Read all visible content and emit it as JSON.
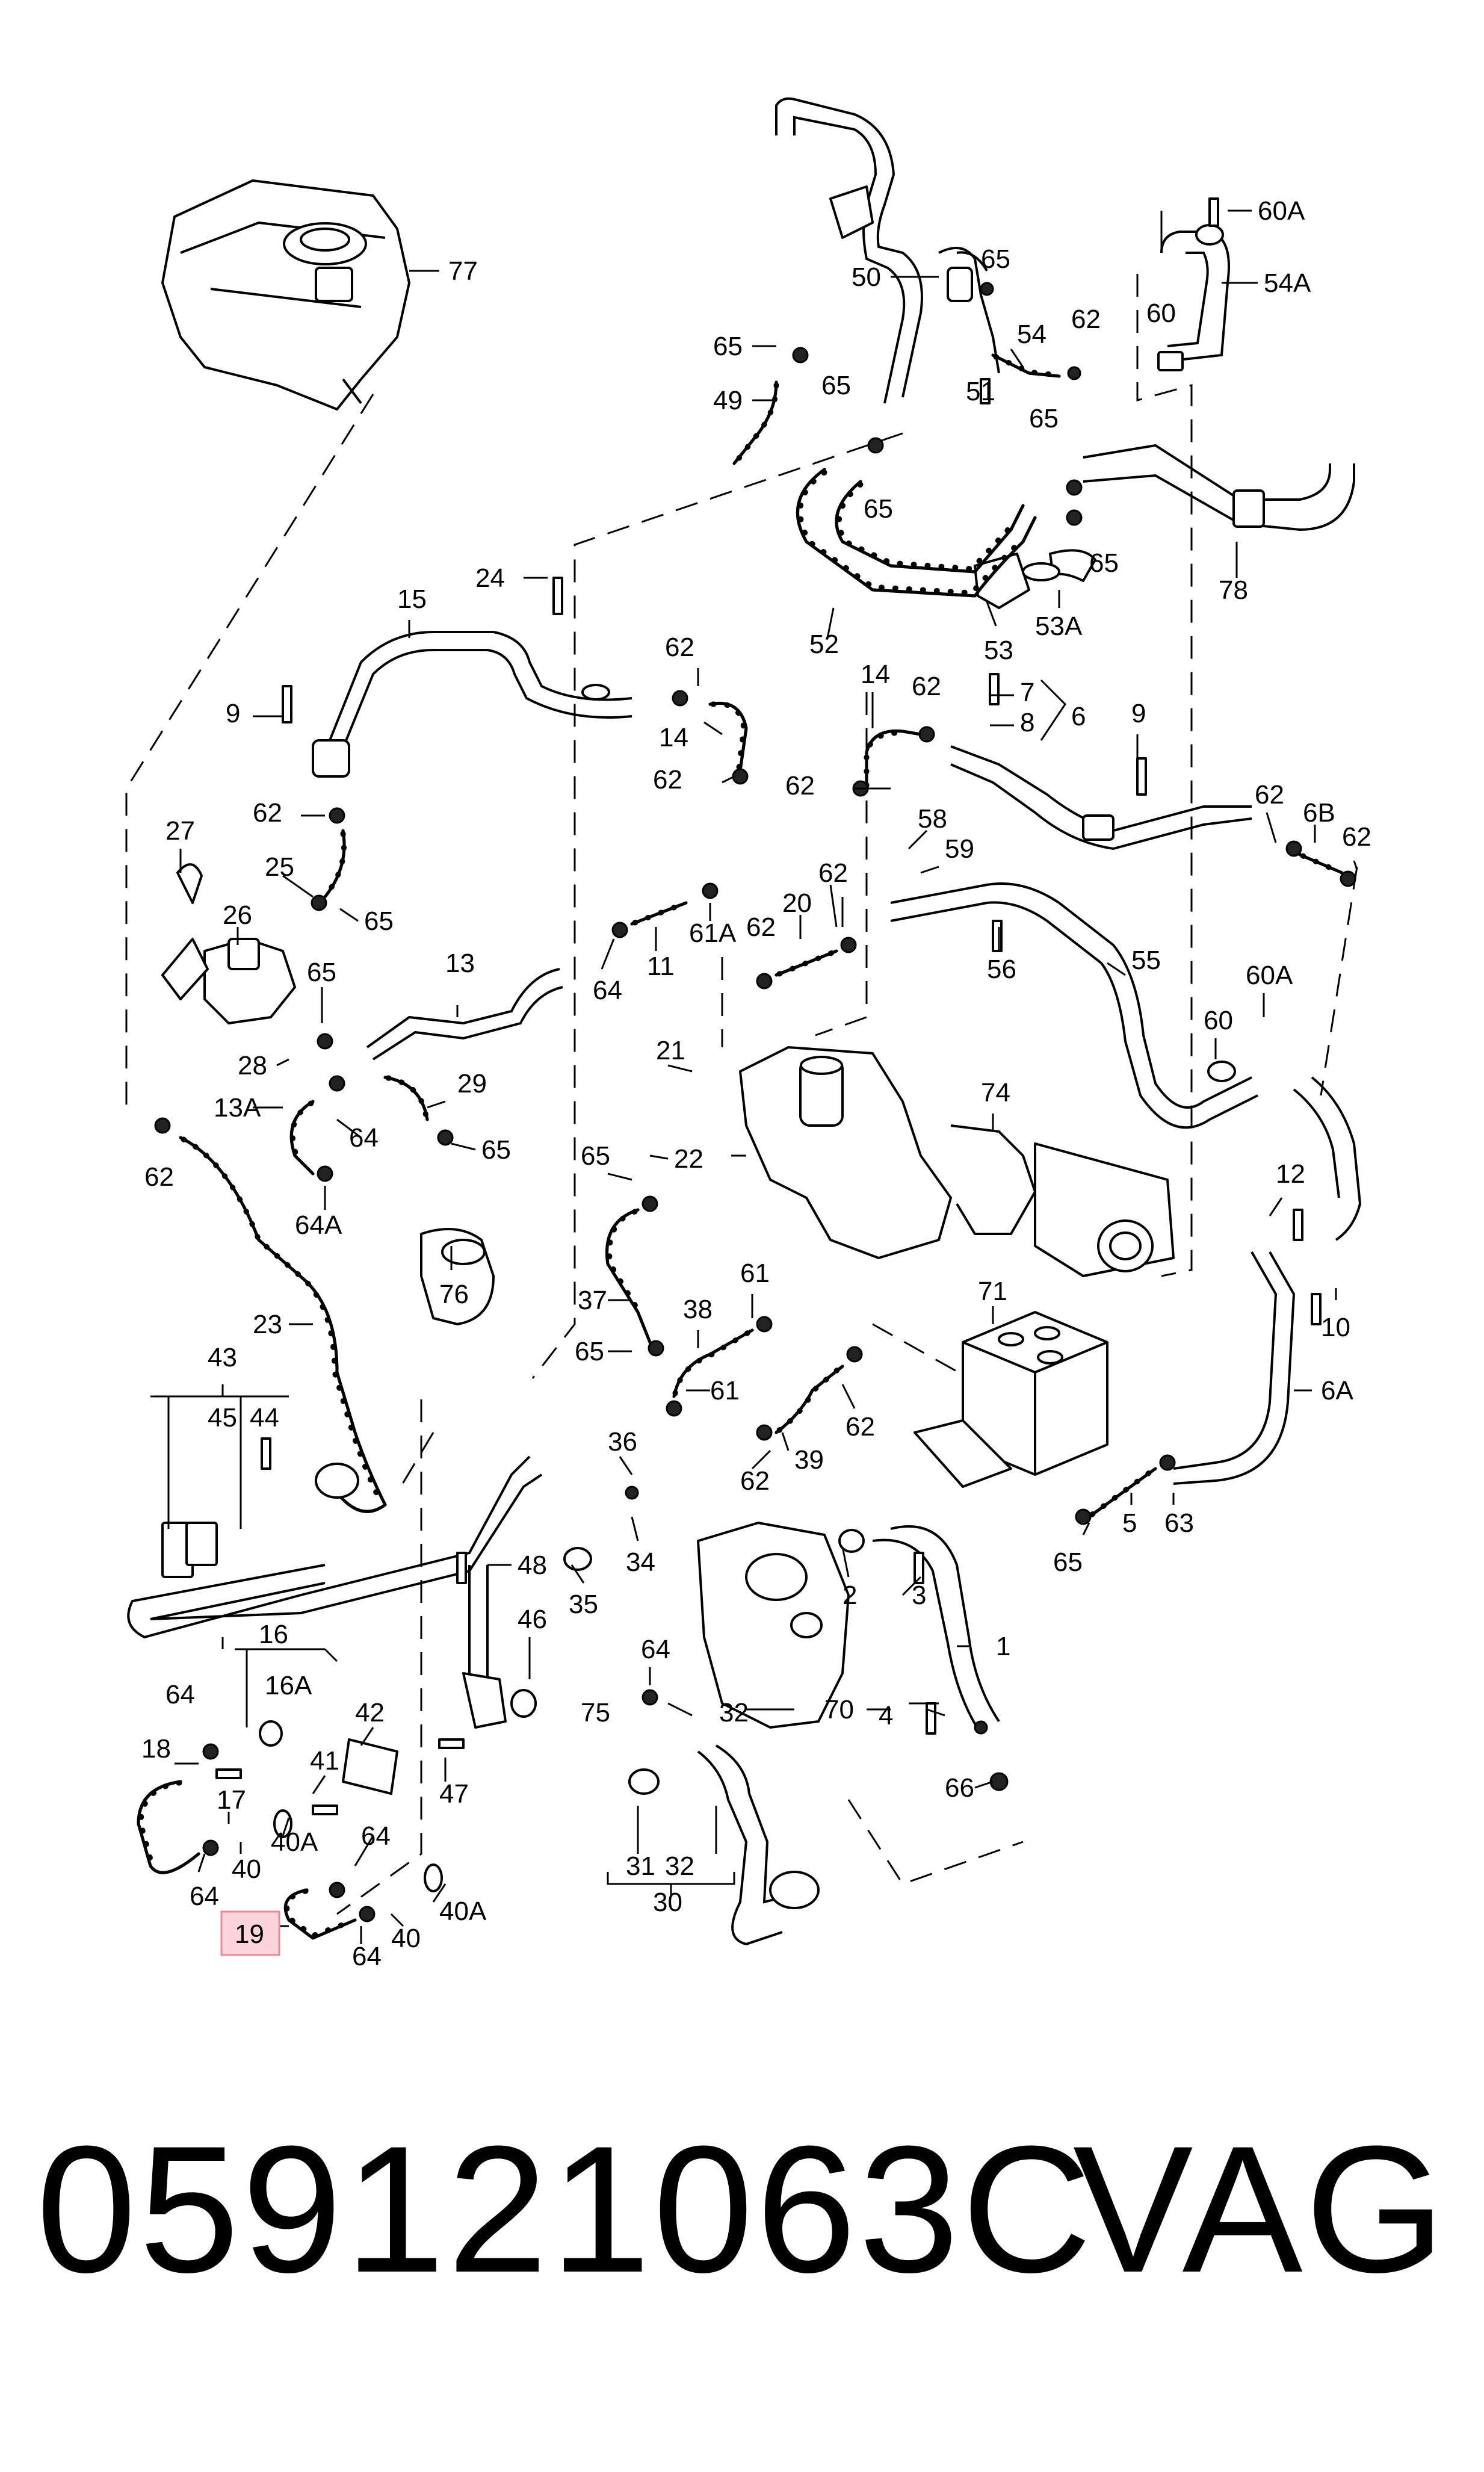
{
  "diagram": {
    "callouts": [
      {
        "id": "c-77",
        "text": "77"
      },
      {
        "id": "c-60A-top",
        "text": "60A"
      },
      {
        "id": "c-54A",
        "text": "54A"
      },
      {
        "id": "c-65-a",
        "text": "65"
      },
      {
        "id": "c-50",
        "text": "50"
      },
      {
        "id": "c-60-top",
        "text": "60"
      },
      {
        "id": "c-54",
        "text": "54"
      },
      {
        "id": "c-62-a",
        "text": "62"
      },
      {
        "id": "c-65-b",
        "text": "65"
      },
      {
        "id": "c-49",
        "text": "49"
      },
      {
        "id": "c-65-c",
        "text": "65"
      },
      {
        "id": "c-51",
        "text": "51"
      },
      {
        "id": "c-65-d",
        "text": "65"
      },
      {
        "id": "c-65-e",
        "text": "65"
      },
      {
        "id": "c-65-f",
        "text": "65"
      },
      {
        "id": "c-78",
        "text": "78"
      },
      {
        "id": "c-24",
        "text": "24"
      },
      {
        "id": "c-15",
        "text": "15"
      },
      {
        "id": "c-52",
        "text": "52"
      },
      {
        "id": "c-53",
        "text": "53"
      },
      {
        "id": "c-53A",
        "text": "53A"
      },
      {
        "id": "c-62-b",
        "text": "62"
      },
      {
        "id": "c-14-a",
        "text": "14"
      },
      {
        "id": "c-62-c",
        "text": "62"
      },
      {
        "id": "c-7",
        "text": "7"
      },
      {
        "id": "c-14-b",
        "text": "14"
      },
      {
        "id": "c-62-d",
        "text": "62"
      },
      {
        "id": "c-8",
        "text": "8"
      },
      {
        "id": "c-6",
        "text": "6"
      },
      {
        "id": "c-9-a",
        "text": "9"
      },
      {
        "id": "c-9-b",
        "text": "9"
      },
      {
        "id": "c-62-e",
        "text": "62"
      },
      {
        "id": "c-62-f",
        "text": "62"
      },
      {
        "id": "c-6B",
        "text": "6B"
      },
      {
        "id": "c-62-g",
        "text": "62"
      },
      {
        "id": "c-62-h",
        "text": "62"
      },
      {
        "id": "c-27",
        "text": "27"
      },
      {
        "id": "c-58",
        "text": "58"
      },
      {
        "id": "c-59",
        "text": "59"
      },
      {
        "id": "c-25",
        "text": "25"
      },
      {
        "id": "c-26",
        "text": "26"
      },
      {
        "id": "c-65-g",
        "text": "65"
      },
      {
        "id": "c-62-i",
        "text": "62"
      },
      {
        "id": "c-20",
        "text": "20"
      },
      {
        "id": "c-11",
        "text": "11"
      },
      {
        "id": "c-61A",
        "text": "61A"
      },
      {
        "id": "c-62-j",
        "text": "62"
      },
      {
        "id": "c-55",
        "text": "55"
      },
      {
        "id": "c-56",
        "text": "56"
      },
      {
        "id": "c-13",
        "text": "13"
      },
      {
        "id": "c-64-a",
        "text": "64"
      },
      {
        "id": "c-60A-mid",
        "text": "60A"
      },
      {
        "id": "c-65-h",
        "text": "65"
      },
      {
        "id": "c-60-mid",
        "text": "60"
      },
      {
        "id": "c-28",
        "text": "28"
      },
      {
        "id": "c-21",
        "text": "21"
      },
      {
        "id": "c-74",
        "text": "74"
      },
      {
        "id": "c-29",
        "text": "29"
      },
      {
        "id": "c-13A",
        "text": "13A"
      },
      {
        "id": "c-64-b",
        "text": "64"
      },
      {
        "id": "c-65-i",
        "text": "65"
      },
      {
        "id": "c-22",
        "text": "22"
      },
      {
        "id": "c-65-j",
        "text": "65"
      },
      {
        "id": "c-62-k",
        "text": "62"
      },
      {
        "id": "c-12",
        "text": "12"
      },
      {
        "id": "c-64A",
        "text": "64A"
      },
      {
        "id": "c-76",
        "text": "76"
      },
      {
        "id": "c-61-a",
        "text": "61"
      },
      {
        "id": "c-10",
        "text": "10"
      },
      {
        "id": "c-23",
        "text": "23"
      },
      {
        "id": "c-37",
        "text": "37"
      },
      {
        "id": "c-38",
        "text": "38"
      },
      {
        "id": "c-71",
        "text": "71"
      },
      {
        "id": "c-65-k",
        "text": "65"
      },
      {
        "id": "c-43",
        "text": "43"
      },
      {
        "id": "c-61-b",
        "text": "61"
      },
      {
        "id": "c-6A",
        "text": "6A"
      },
      {
        "id": "c-45",
        "text": "45"
      },
      {
        "id": "c-44",
        "text": "44"
      },
      {
        "id": "c-62-l",
        "text": "62"
      },
      {
        "id": "c-39",
        "text": "39"
      },
      {
        "id": "c-36",
        "text": "36"
      },
      {
        "id": "c-62-m",
        "text": "62"
      },
      {
        "id": "c-5",
        "text": "5"
      },
      {
        "id": "c-63",
        "text": "63"
      },
      {
        "id": "c-48",
        "text": "48"
      },
      {
        "id": "c-34",
        "text": "34"
      },
      {
        "id": "c-35",
        "text": "35"
      },
      {
        "id": "c-2",
        "text": "2"
      },
      {
        "id": "c-3",
        "text": "3"
      },
      {
        "id": "c-65-l",
        "text": "65"
      },
      {
        "id": "c-46",
        "text": "46"
      },
      {
        "id": "c-16",
        "text": "16"
      },
      {
        "id": "c-64-c",
        "text": "64"
      },
      {
        "id": "c-1",
        "text": "1"
      },
      {
        "id": "c-64-d",
        "text": "64"
      },
      {
        "id": "c-16A",
        "text": "16A"
      },
      {
        "id": "c-75",
        "text": "75"
      },
      {
        "id": "c-70",
        "text": "70"
      },
      {
        "id": "c-42",
        "text": "42"
      },
      {
        "id": "c-32-a",
        "text": "32"
      },
      {
        "id": "c-4",
        "text": "4"
      },
      {
        "id": "c-18",
        "text": "18"
      },
      {
        "id": "c-41",
        "text": "41"
      },
      {
        "id": "c-47",
        "text": "47"
      },
      {
        "id": "c-66",
        "text": "66"
      },
      {
        "id": "c-17",
        "text": "17"
      },
      {
        "id": "c-40A-a",
        "text": "40A"
      },
      {
        "id": "c-64-e",
        "text": "64"
      },
      {
        "id": "c-40-a",
        "text": "40"
      },
      {
        "id": "c-31",
        "text": "31"
      },
      {
        "id": "c-32-b",
        "text": "32"
      },
      {
        "id": "c-64-f",
        "text": "64"
      },
      {
        "id": "c-40A-b",
        "text": "40A"
      },
      {
        "id": "c-19",
        "text": "19"
      },
      {
        "id": "c-40-b",
        "text": "40"
      },
      {
        "id": "c-64-g",
        "text": "64"
      },
      {
        "id": "c-30",
        "text": "30"
      }
    ]
  },
  "footer": {
    "part_number": "059121063C",
    "brand": "VAG"
  }
}
